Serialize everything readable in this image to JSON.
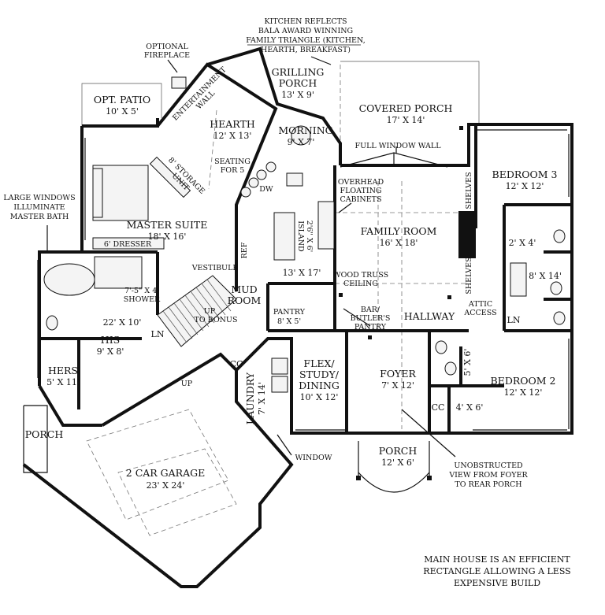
{
  "rooms": {
    "opt_patio": {
      "name": "OPT. PATIO",
      "dim": "10' X 5'"
    },
    "grilling_porch": {
      "name1": "GRILLING",
      "name2": "PORCH",
      "dim": "13' X 9'"
    },
    "covered_porch": {
      "name": "COVERED PORCH",
      "dim": "17' X 14'"
    },
    "hearth": {
      "name": "HEARTH",
      "dim": "12' X 13'"
    },
    "morning": {
      "name": "MORNING",
      "dim": "9' X 7'"
    },
    "bedroom3": {
      "name": "BEDROOM 3",
      "dim": "12' X 12'"
    },
    "master_suite": {
      "name": "MASTER SUITE",
      "dim": "18' X 16'"
    },
    "family_room": {
      "name": "FAMILY ROOM",
      "dim": "16' X 18'"
    },
    "kitchen_dim": {
      "dim": "13' X 17'"
    },
    "mud_room": {
      "name1": "MUD",
      "name2": "ROOM"
    },
    "pantry": {
      "name": "PANTRY",
      "dim": "8' X 5'"
    },
    "hallway": {
      "name": "HALLWAY"
    },
    "master_bath_dim": {
      "dim": "22' X 10'"
    },
    "his": {
      "name": "HIS",
      "dim": "9' X 8'"
    },
    "hers": {
      "name": "HERS",
      "dim": "5' X 11'"
    },
    "laundry": {
      "name": "LAUNDRY",
      "dim": "7' X 14'"
    },
    "flex": {
      "name1": "FLEX/",
      "name2": "STUDY/",
      "name3": "DINING",
      "dim": "10' X 12'"
    },
    "foyer": {
      "name": "FOYER",
      "dim": "7' X 12'"
    },
    "bedroom2": {
      "name": "BEDROOM 2",
      "dim": "12' X 12'"
    },
    "porch_rear": {
      "name": "PORCH"
    },
    "porch_front": {
      "name": "PORCH",
      "dim": "12' X 6'"
    },
    "garage": {
      "name": "2 CAR GARAGE",
      "dim": "23' X 24'"
    },
    "bath_small_1": {
      "dim": "2' X 4'"
    },
    "bath_small_2": {
      "dim": "8' X 14'"
    },
    "closet_5x6": {
      "dim": "5' X 6'"
    },
    "closet_4x6": {
      "dim": "4' X 6'"
    }
  },
  "fixtures": {
    "shelves_top": "SHELVES",
    "shelves_bottom": "SHELVES",
    "ref": "REF",
    "dw": "DW",
    "island_dim": "2'6\" X 6'",
    "island": "ISLAND",
    "dresser": "6' DRESSER",
    "shower_dim": "7'-5\" X 4'",
    "shower": "SHOWER",
    "vestibule": "VESTIBULE",
    "storage1": "8' STORAGE",
    "storage2": "UNIT",
    "ent1": "ENTERTAINMENT",
    "ent2": "WALL",
    "seating1": "SEATING",
    "seating2": "FOR 5",
    "cc1": "CC",
    "cc2": "CC",
    "ln1": "LN",
    "ln2": "LN",
    "up_bonus1": "UP",
    "up_bonus2": "TO BONUS",
    "up": "UP"
  },
  "callouts": {
    "kitchen": [
      "KITCHEN REFLECTS",
      "BALA AWARD WINNING",
      "FAMILY TRIANGLE (KITCHEN,",
      "HEARTH, BREAKFAST)"
    ],
    "fireplace": [
      "OPTIONAL",
      "FIREPLACE"
    ],
    "windows": [
      "LARGE WINDOWS",
      "ILLUMINATE",
      "MASTER BATH"
    ],
    "full_window": "FULL WINDOW WALL",
    "cabinets": [
      "OVERHEAD",
      "FLOATING",
      "CABINETS"
    ],
    "truss": [
      "WOOD TRUSS",
      "CEILING"
    ],
    "bar": [
      "BAR/",
      "BUTLER'S",
      "PANTRY"
    ],
    "attic": [
      "ATTIC",
      "ACCESS"
    ],
    "window": "WINDOW",
    "unobstructed": [
      "UNOBSTRUCTED",
      "VIEW FROM FOYER",
      "TO REAR PORCH"
    ],
    "main_house": [
      "MAIN HOUSE IS AN EFFICIENT",
      "RECTANGLE ALLOWING A LESS",
      "EXPENSIVE BUILD"
    ]
  }
}
